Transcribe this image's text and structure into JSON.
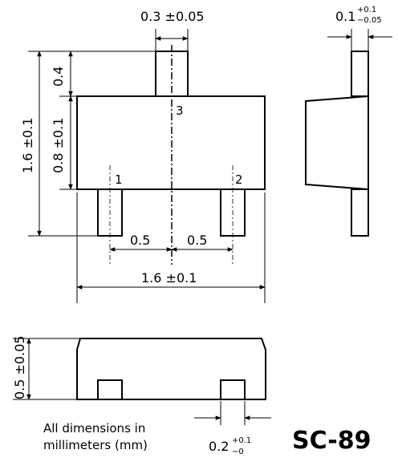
{
  "package": "SC-89",
  "note_line1": "All dimensions in",
  "note_line2": "millimeters (mm)",
  "pins": {
    "p1": "1",
    "p2": "2",
    "p3": "3"
  },
  "dims": {
    "top_lead_width": "0.3 ±0.05",
    "total_height": "1.6 ±0.1",
    "lead_length_top": "0.4",
    "body_height": "0.8 ±0.1",
    "pitch_left": "0.5",
    "pitch_right": "0.5",
    "body_width": "1.6 ±0.1",
    "side_thickness_base": "0.1",
    "side_thickness_plus": "+0.1",
    "side_thickness_minus": "−0.05",
    "package_height": "0.5 ±0.05",
    "bottom_lead_width_base": "0.2",
    "bottom_lead_width_plus": "+0.1",
    "bottom_lead_width_minus": "−0"
  }
}
